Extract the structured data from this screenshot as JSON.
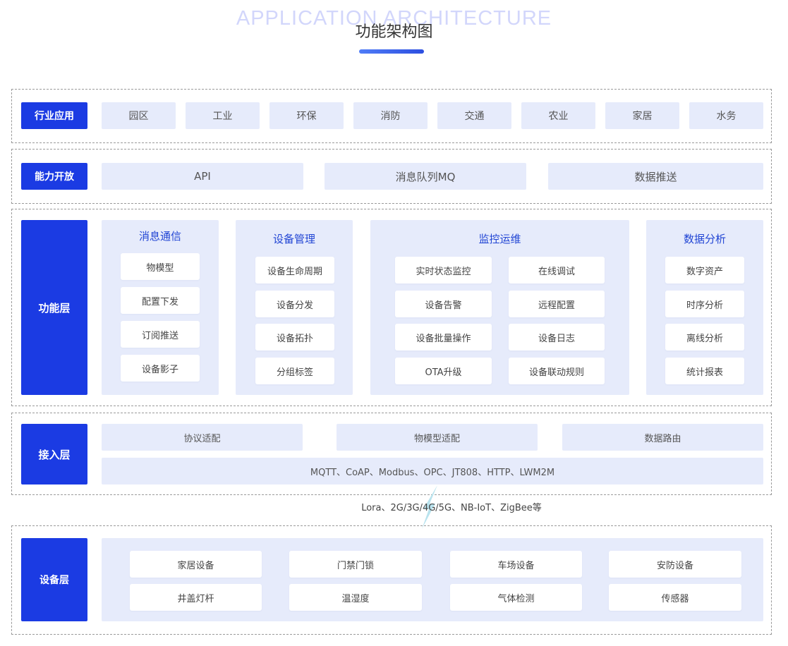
{
  "header": {
    "bg_title": "APPLICATION ARCHITECTURE",
    "title": "功能架构图"
  },
  "industry_layer": {
    "tag": "行业应用",
    "items": [
      "园区",
      "工业",
      "环保",
      "消防",
      "交通",
      "农业",
      "家居",
      "水务"
    ]
  },
  "capability_layer": {
    "tag": "能力开放",
    "items": [
      "API",
      "消息队列MQ",
      "数据推送"
    ]
  },
  "function_layer": {
    "tag": "功能层",
    "messaging": {
      "title": "消息通信",
      "items": [
        "物模型",
        "配置下发",
        "订阅推送",
        "设备影子"
      ]
    },
    "device_mgmt": {
      "title": "设备管理",
      "items": [
        "设备生命周期",
        "设备分发",
        "设备拓扑",
        "分组标签"
      ]
    },
    "monitoring": {
      "title": "监控运维",
      "left": [
        "实时状态监控",
        "设备告警",
        "设备批量操作",
        "OTA升级"
      ],
      "right": [
        "在线调试",
        "远程配置",
        "设备日志",
        "设备联动规则"
      ]
    },
    "data_analysis": {
      "title": "数据分析",
      "items": [
        "数字资产",
        "时序分析",
        "离线分析",
        "统计报表"
      ]
    }
  },
  "access_layer": {
    "tag": "接入层",
    "items": [
      "协议适配",
      "物模型适配",
      "数据路由"
    ],
    "protocols": "MQTT、CoAP、Modbus、OPC、JT808、HTTP、LWM2M"
  },
  "connectivity": {
    "text": "Lora、2G/3G/4G/5G、NB-IoT、ZigBee等"
  },
  "device_layer": {
    "tag": "设备层",
    "row1": [
      "家居设备",
      "门禁门锁",
      "车场设备",
      "安防设备"
    ],
    "row2": [
      "井盖灯杆",
      "温湿度",
      "气体检测",
      "传感器"
    ]
  },
  "colors": {
    "accent": "#1b3be3",
    "cell_bg": "#e6ebfb",
    "panel_title": "#2145d4",
    "bolt": "#b9e3ee"
  },
  "icons": {
    "connector": "lightning-bolt-icon"
  }
}
